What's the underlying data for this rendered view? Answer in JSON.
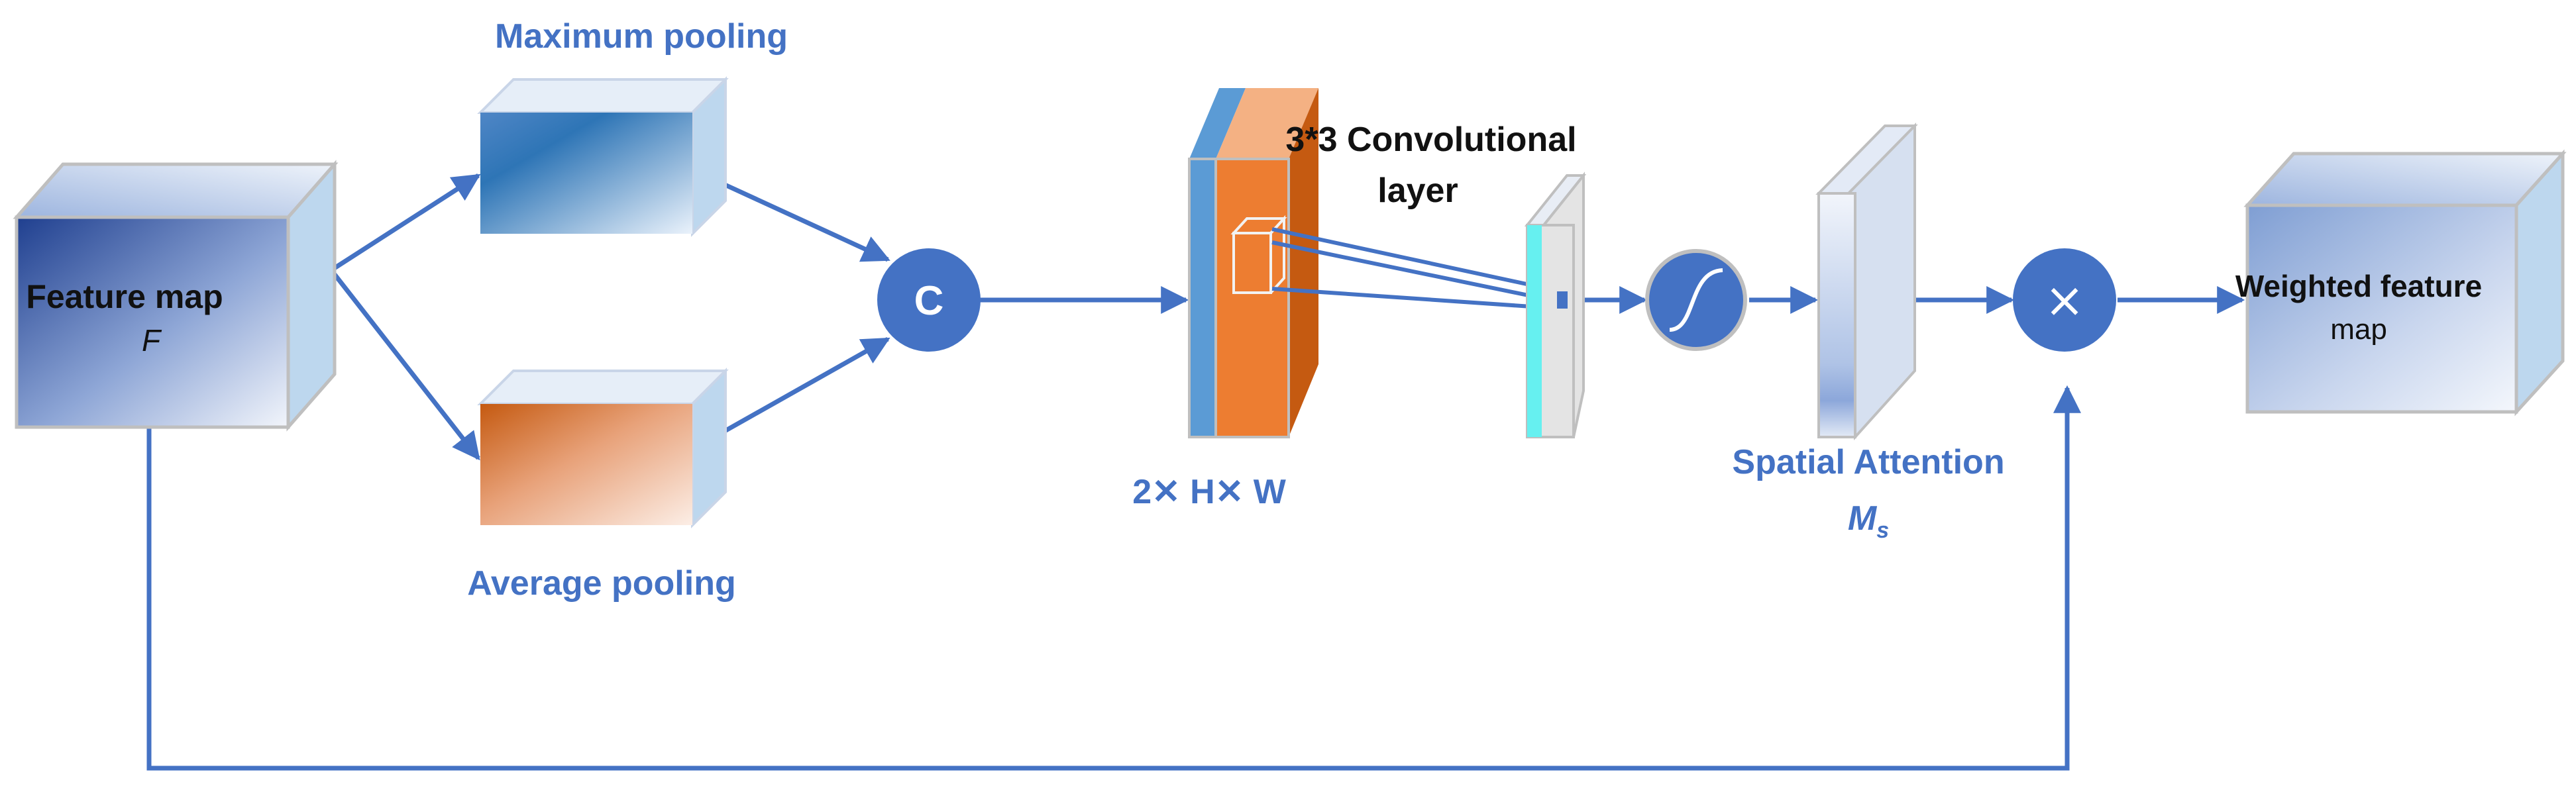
{
  "labels": {
    "feature_map": "Feature map",
    "feature_map_symbol": "F",
    "max_pooling": "Maximum pooling",
    "avg_pooling": "Average pooling",
    "concat_symbol": "C",
    "conv_line1": "3*3 Convolutional",
    "conv_line2": "layer",
    "dims": "2✕ H✕ W",
    "spatial_attention": "Spatial Attention",
    "ms_main": "M",
    "ms_sub": "s",
    "multiply_symbol": "×",
    "weighted_line1": "Weighted feature",
    "weighted_line2": "map"
  },
  "colors": {
    "arrow": "#4472C4",
    "label_blue": "#4472C4",
    "feature_dark": "#2F5597",
    "max_pool": "#2E75B6",
    "avg_pool": "#C55A11",
    "conv_orange": "#ED7D31",
    "conv_dark_orange": "#B85C12",
    "cyan_strip": "#66F0F0",
    "node_fill": "#4472C4"
  }
}
